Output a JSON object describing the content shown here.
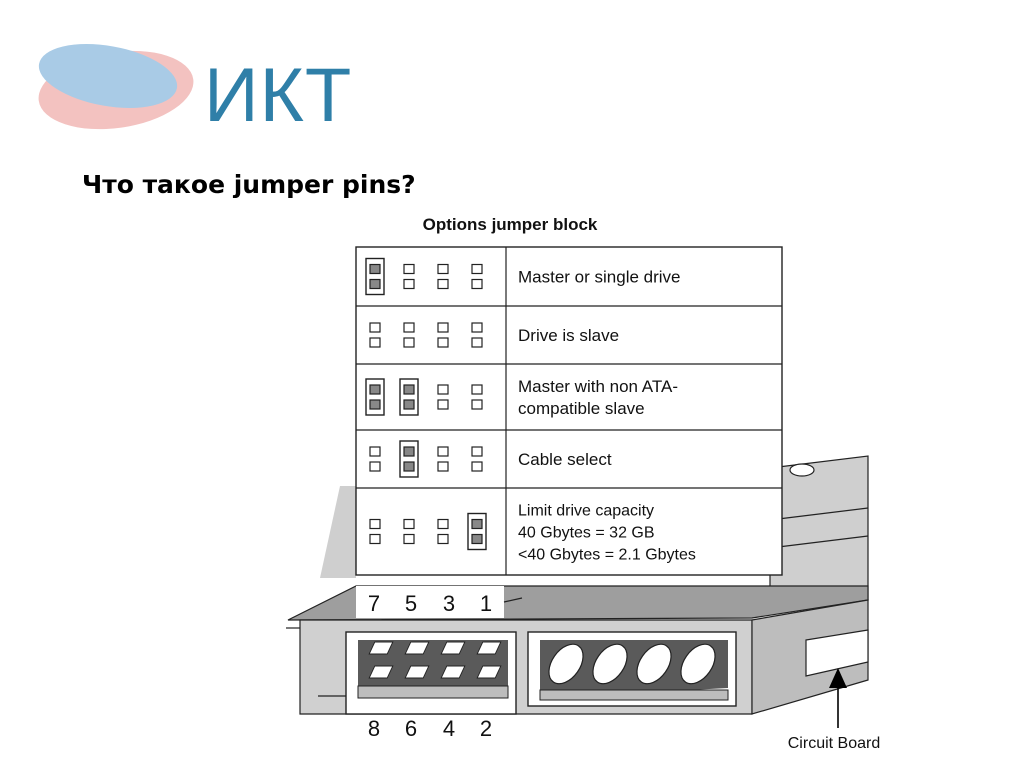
{
  "logo": {
    "text": "ИКТ"
  },
  "heading": "Что такое jumper pins?",
  "diagram": {
    "title": "Options jumper block",
    "rows": [
      {
        "label_lines": [
          "Master or single drive"
        ],
        "jumpers": [
          1,
          0,
          0,
          0
        ]
      },
      {
        "label_lines": [
          "Drive is slave"
        ],
        "jumpers": [
          0,
          0,
          0,
          0
        ]
      },
      {
        "label_lines": [
          "Master with non ATA-",
          "compatible slave"
        ],
        "jumpers": [
          1,
          1,
          0,
          0
        ]
      },
      {
        "label_lines": [
          "Cable select"
        ],
        "jumpers": [
          0,
          1,
          0,
          0
        ]
      },
      {
        "label_lines": [
          "Limit drive capacity",
          "40 Gbytes = 32 GB",
          "<40 Gbytes = 2.1 Gbytes"
        ],
        "jumpers": [
          0,
          0,
          0,
          1
        ]
      }
    ],
    "top_pin_numbers": [
      "7",
      "5",
      "3",
      "1"
    ],
    "bottom_pin_numbers": [
      "8",
      "6",
      "4",
      "2"
    ],
    "circuit_board_label": "Circuit Board",
    "colors": {
      "jumper_fill": "#888888",
      "drive_gray": "#c8c8c8",
      "drive_dark": "#9a9a9a",
      "logo_blue": "#2f7fa8"
    }
  }
}
